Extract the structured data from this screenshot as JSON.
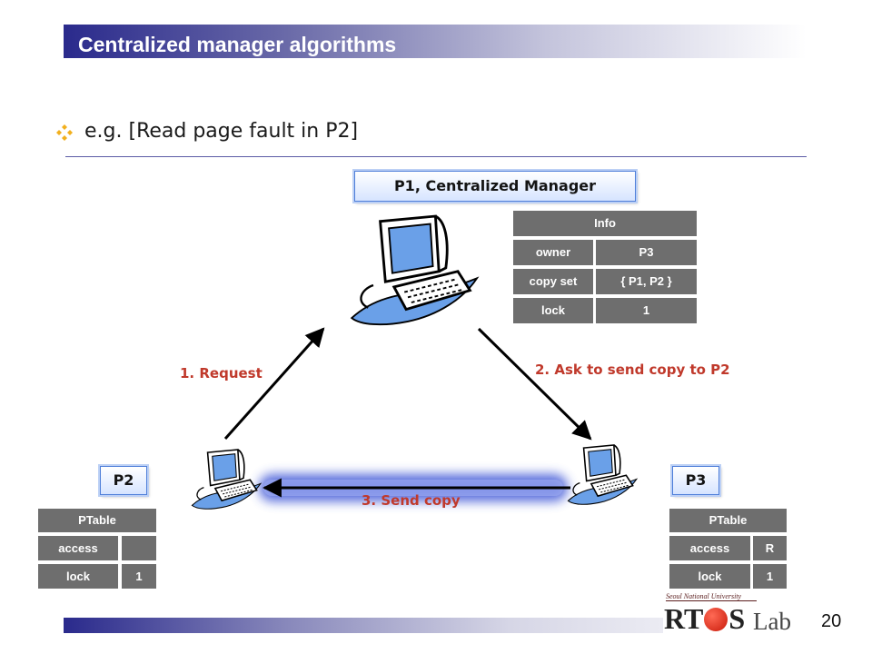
{
  "slide": {
    "title": "Centralized manager algorithms",
    "bullet": "e.g. [Read page fault in P2]",
    "page_number": "20"
  },
  "nodes": {
    "p1": "P1, Centralized Manager",
    "p2": "P2",
    "p3": "P3"
  },
  "info_table": {
    "header": "Info",
    "rows": [
      {
        "key": "owner",
        "value": "P3"
      },
      {
        "key": "copy set",
        "value": "{ P1, P2 }"
      },
      {
        "key": "lock",
        "value": "1"
      }
    ]
  },
  "p2_table": {
    "header": "PTable",
    "rows": [
      {
        "key": "access",
        "value": ""
      },
      {
        "key": "lock",
        "value": "1"
      }
    ]
  },
  "p3_table": {
    "header": "PTable",
    "rows": [
      {
        "key": "access",
        "value": "R"
      },
      {
        "key": "lock",
        "value": "1"
      }
    ]
  },
  "edges": {
    "request": "1. Request",
    "ask": "2. Ask to send copy to P2",
    "send": "3. Send copy"
  },
  "logo": {
    "university": "Seoul National University",
    "name_rt": "RT",
    "name_s": "S",
    "lab": "Lab"
  },
  "colors": {
    "title_bar": "#2a2a8c",
    "edge_label": "#c0392b",
    "table_cell": "#6e6e6e",
    "glow": "#3b52d6"
  }
}
